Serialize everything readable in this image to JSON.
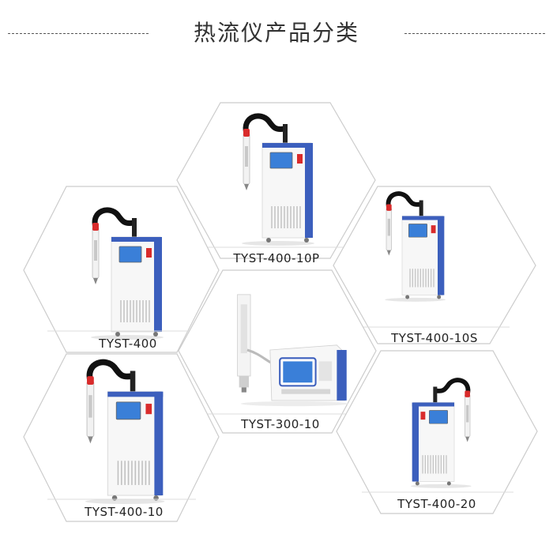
{
  "page": {
    "title": "热流仪产品分类"
  },
  "products": [
    {
      "id": "p1",
      "name": "TYST-400-10P",
      "icon": "thermal-stream-unit"
    },
    {
      "id": "p2",
      "name": "TYST-400",
      "icon": "thermal-stream-unit"
    },
    {
      "id": "p3",
      "name": "TYST-400-10S",
      "icon": "thermal-stream-unit"
    },
    {
      "id": "p4",
      "name": "TYST-300-10",
      "icon": "thermal-head-with-controller"
    },
    {
      "id": "p5",
      "name": "TYST-400-10",
      "icon": "thermal-stream-unit"
    },
    {
      "id": "p6",
      "name": "TYST-400-20",
      "icon": "thermal-stream-unit"
    }
  ],
  "colors": {
    "hex_stroke": "#cccccc",
    "cabinet_blue": "#3c5fbd",
    "screen_blue": "#3a7fd8",
    "accent_red": "#d92b2b",
    "hose_black": "#111111"
  }
}
